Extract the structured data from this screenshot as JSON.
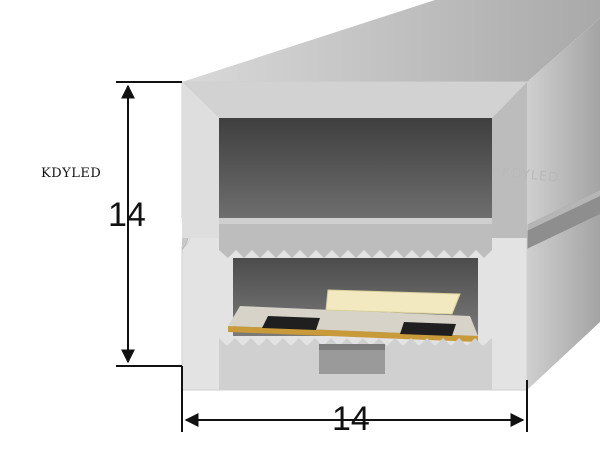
{
  "brand_label": "KDYLED",
  "watermark": "KDYLED",
  "dimensions": {
    "height_label": "14",
    "width_label": "14"
  },
  "colors": {
    "profile_light": "#dcdcdc",
    "profile_mid": "#c2c2c2",
    "profile_dark": "#8f8f8f",
    "cavity": "#5b5b5b",
    "led_chip": "#f2e9c0",
    "pcb_strip": "#c89a3a",
    "dimension_line": "#111111"
  }
}
